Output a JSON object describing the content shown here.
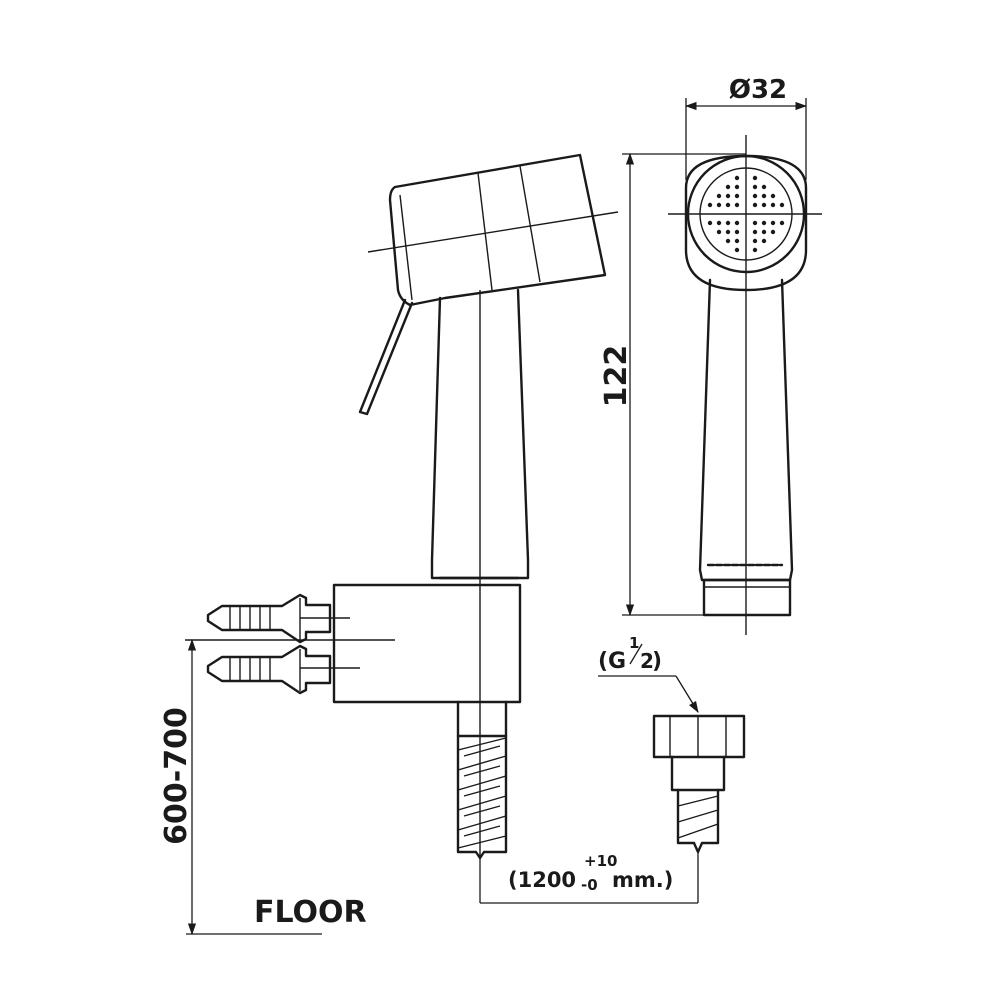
{
  "dimensions": {
    "diameter": "Ø32",
    "height": "122",
    "wall_height": "600-700",
    "hose_length_main": "(1200",
    "hose_tol_plus": "+10",
    "hose_tol_minus": "-0",
    "hose_unit": "mm.)",
    "thread_open": "(G",
    "thread_num": "1",
    "thread_den": "2",
    "thread_close": ")"
  },
  "labels": {
    "floor": "FLOOR"
  }
}
